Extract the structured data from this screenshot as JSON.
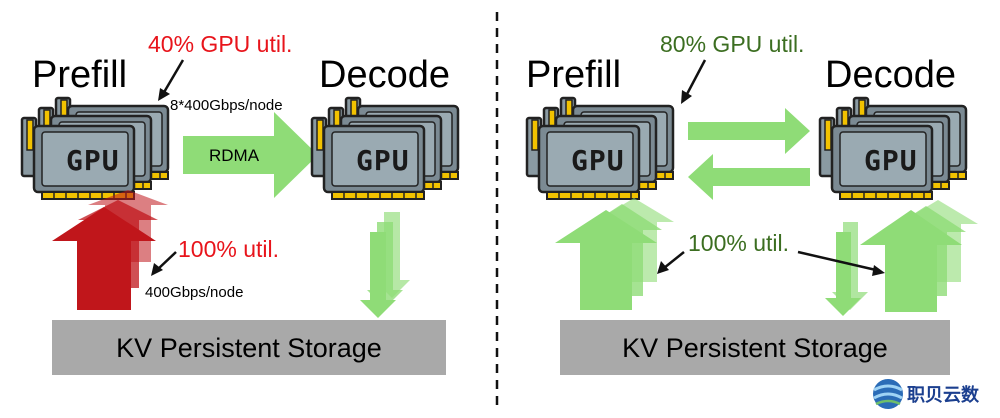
{
  "left": {
    "prefill_label": "Prefill",
    "decode_label": "Decode",
    "prefill_util": "40% GPU util.",
    "network_label": "8*400Gbps/node",
    "rdma_label": "RDMA",
    "storage_util": "100% util.",
    "storage_bw": "400Gbps/node",
    "storage_label": "KV Persistent Storage"
  },
  "right": {
    "prefill_label": "Prefill",
    "decode_label": "Decode",
    "gpu_util": "80% GPU util.",
    "storage_util": "100% util.",
    "storage_label": "KV Persistent Storage"
  },
  "gpu_label": "GPU",
  "logo": {
    "text": "职贝云数"
  },
  "colors": {
    "red_text": "#e8141b",
    "green_text": "#3c6e21",
    "green_arrow": "#8fdc77",
    "red_arrow": "#c0161b",
    "storage_box": "#a9a9a9",
    "gpu_board": "#7b8a93",
    "gpu_pins": "#f2c200"
  }
}
